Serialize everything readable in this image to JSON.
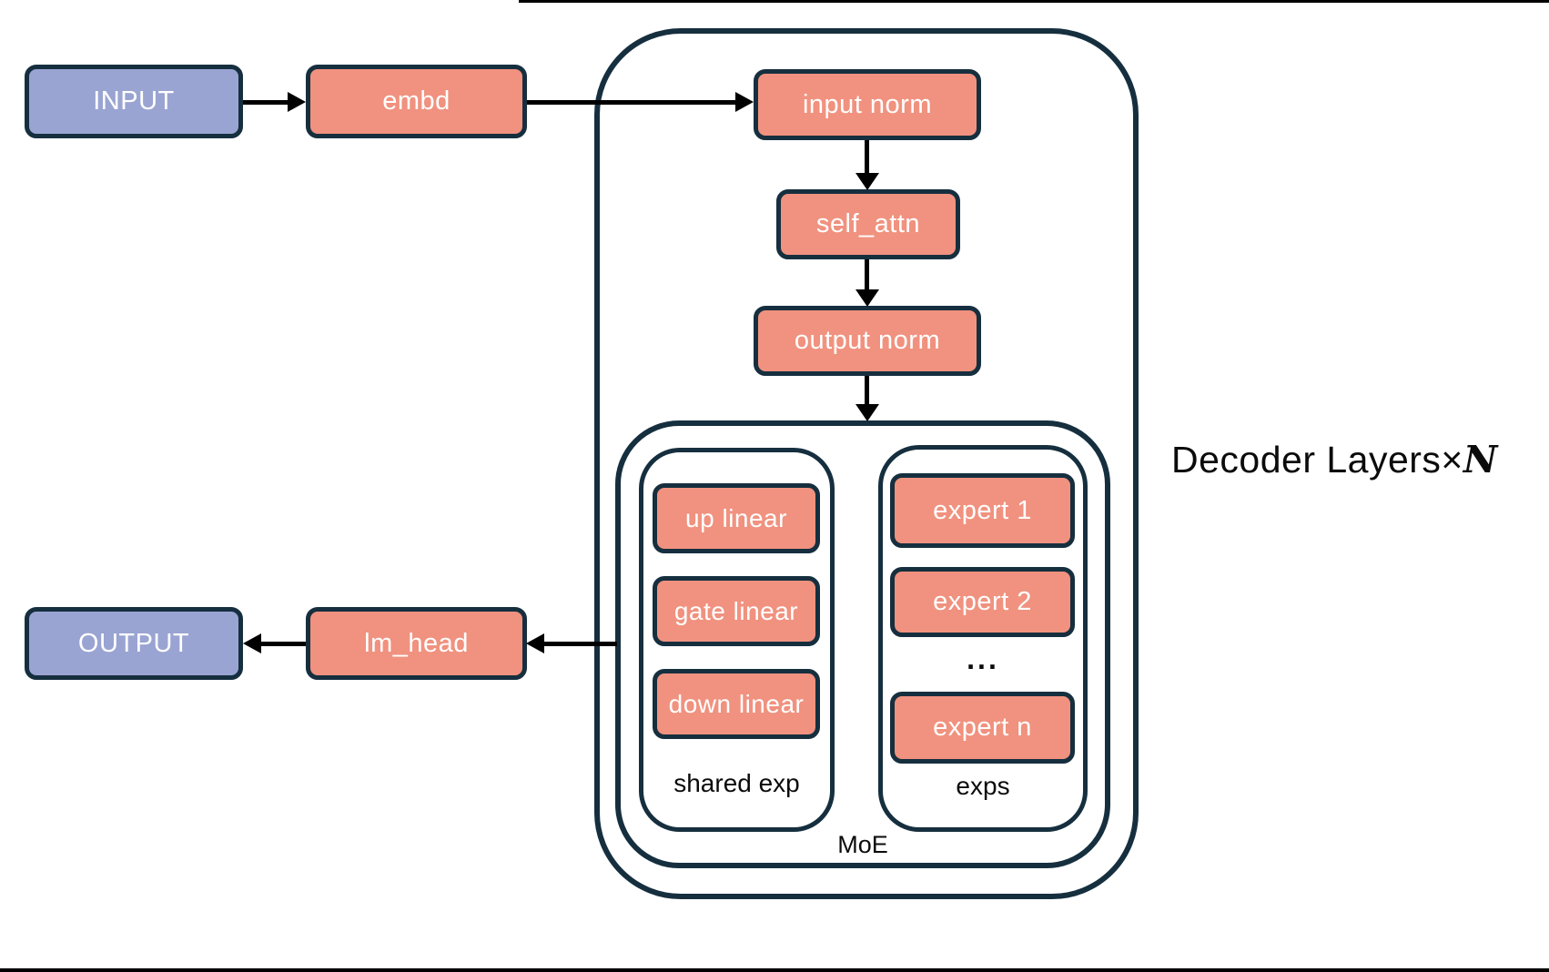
{
  "nodes": {
    "input": {
      "label": "INPUT"
    },
    "embd": {
      "label": "embd"
    },
    "input_norm": {
      "label": "input norm"
    },
    "self_attn": {
      "label": "self_attn"
    },
    "output_norm": {
      "label": "output norm"
    },
    "up_linear": {
      "label": "up linear"
    },
    "gate_linear": {
      "label": "gate linear"
    },
    "down_linear": {
      "label": "down linear"
    },
    "expert_1": {
      "label": "expert 1"
    },
    "expert_2": {
      "label": "expert 2"
    },
    "expert_ellipsis": {
      "label": "..."
    },
    "expert_n": {
      "label": "expert n"
    },
    "lm_head": {
      "label": "lm_head"
    },
    "output": {
      "label": "OUTPUT"
    }
  },
  "containers": {
    "decoder": {
      "label_prefix": "Decoder Layers×",
      "label_n": "N"
    },
    "moe": {
      "label": "MoE"
    },
    "shared_exp": {
      "label": "shared exp"
    },
    "exps": {
      "label": "exps"
    }
  },
  "colors": {
    "io_fill": "#9aa4d2",
    "module_fill": "#f0927f",
    "outline": "#162f3f",
    "arrow": "#000000",
    "canvas_bg": "#ffffff",
    "label_text": "#0b0b0b",
    "node_text": "#ffffff"
  }
}
